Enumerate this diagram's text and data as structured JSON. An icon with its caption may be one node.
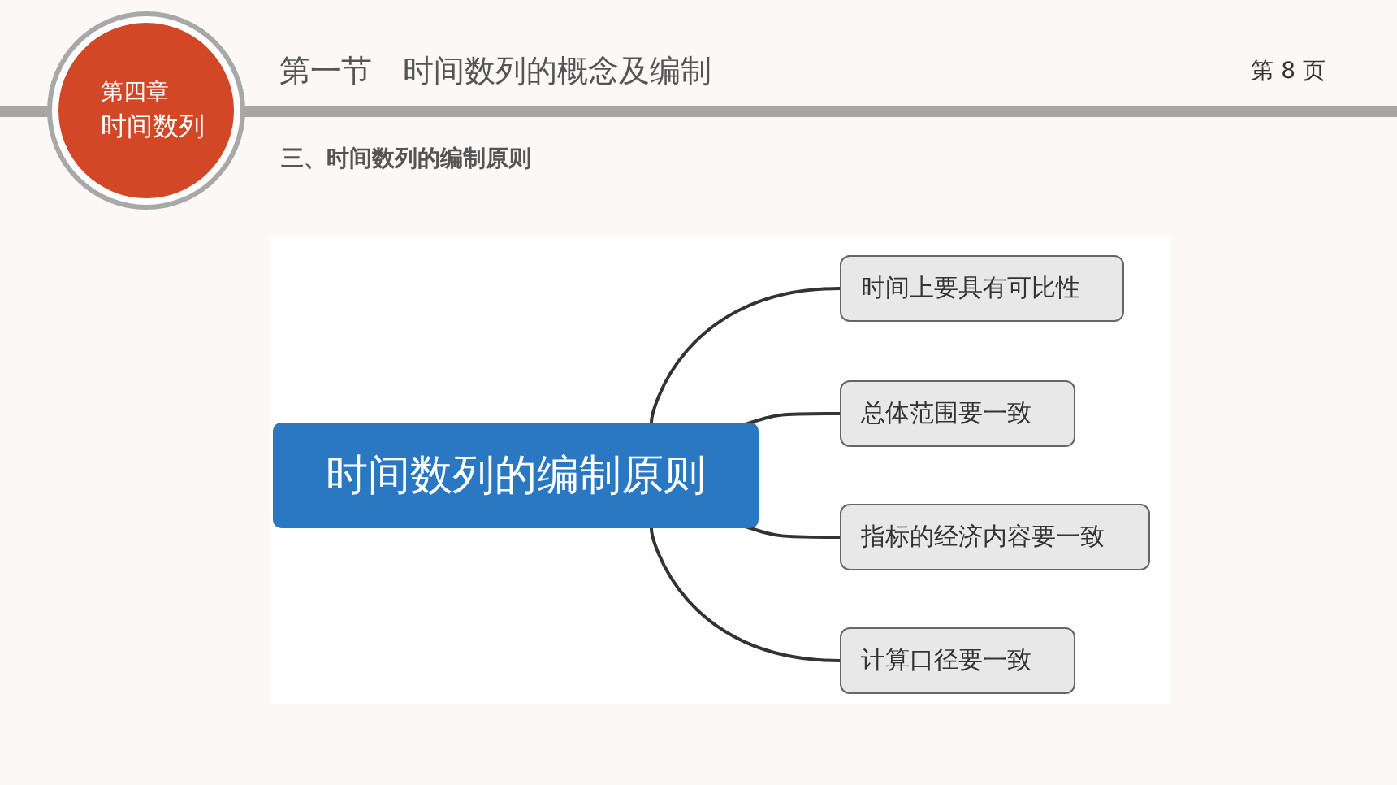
{
  "diagram": {
    "title": "第一节　时间数列的概念及编制",
    "nodes": [
      {
        "text": [
          "第四章",
          "时间数列"
        ]
      },
      {
        "text": [
          "时间数列的编制原则"
        ]
      },
      {
        "text": [
          "时间上要具有可比性"
        ]
      },
      {
        "text": [
          "总体范围要一致"
        ]
      },
      {
        "text": [
          "指标的经济内容要一致"
        ]
      },
      {
        "text": [
          "计算口径要一致"
        ]
      }
    ],
    "edges": [
      {
        "from": 1,
        "to": 2,
        "arrow": "none"
      },
      {
        "from": 1,
        "to": 3,
        "arrow": "none"
      },
      {
        "from": 1,
        "to": 4,
        "arrow": "none"
      },
      {
        "from": 1,
        "to": 5,
        "arrow": "none"
      }
    ],
    "labels": [
      "第 8 页",
      "三、时间数列的编制原则"
    ]
  }
}
